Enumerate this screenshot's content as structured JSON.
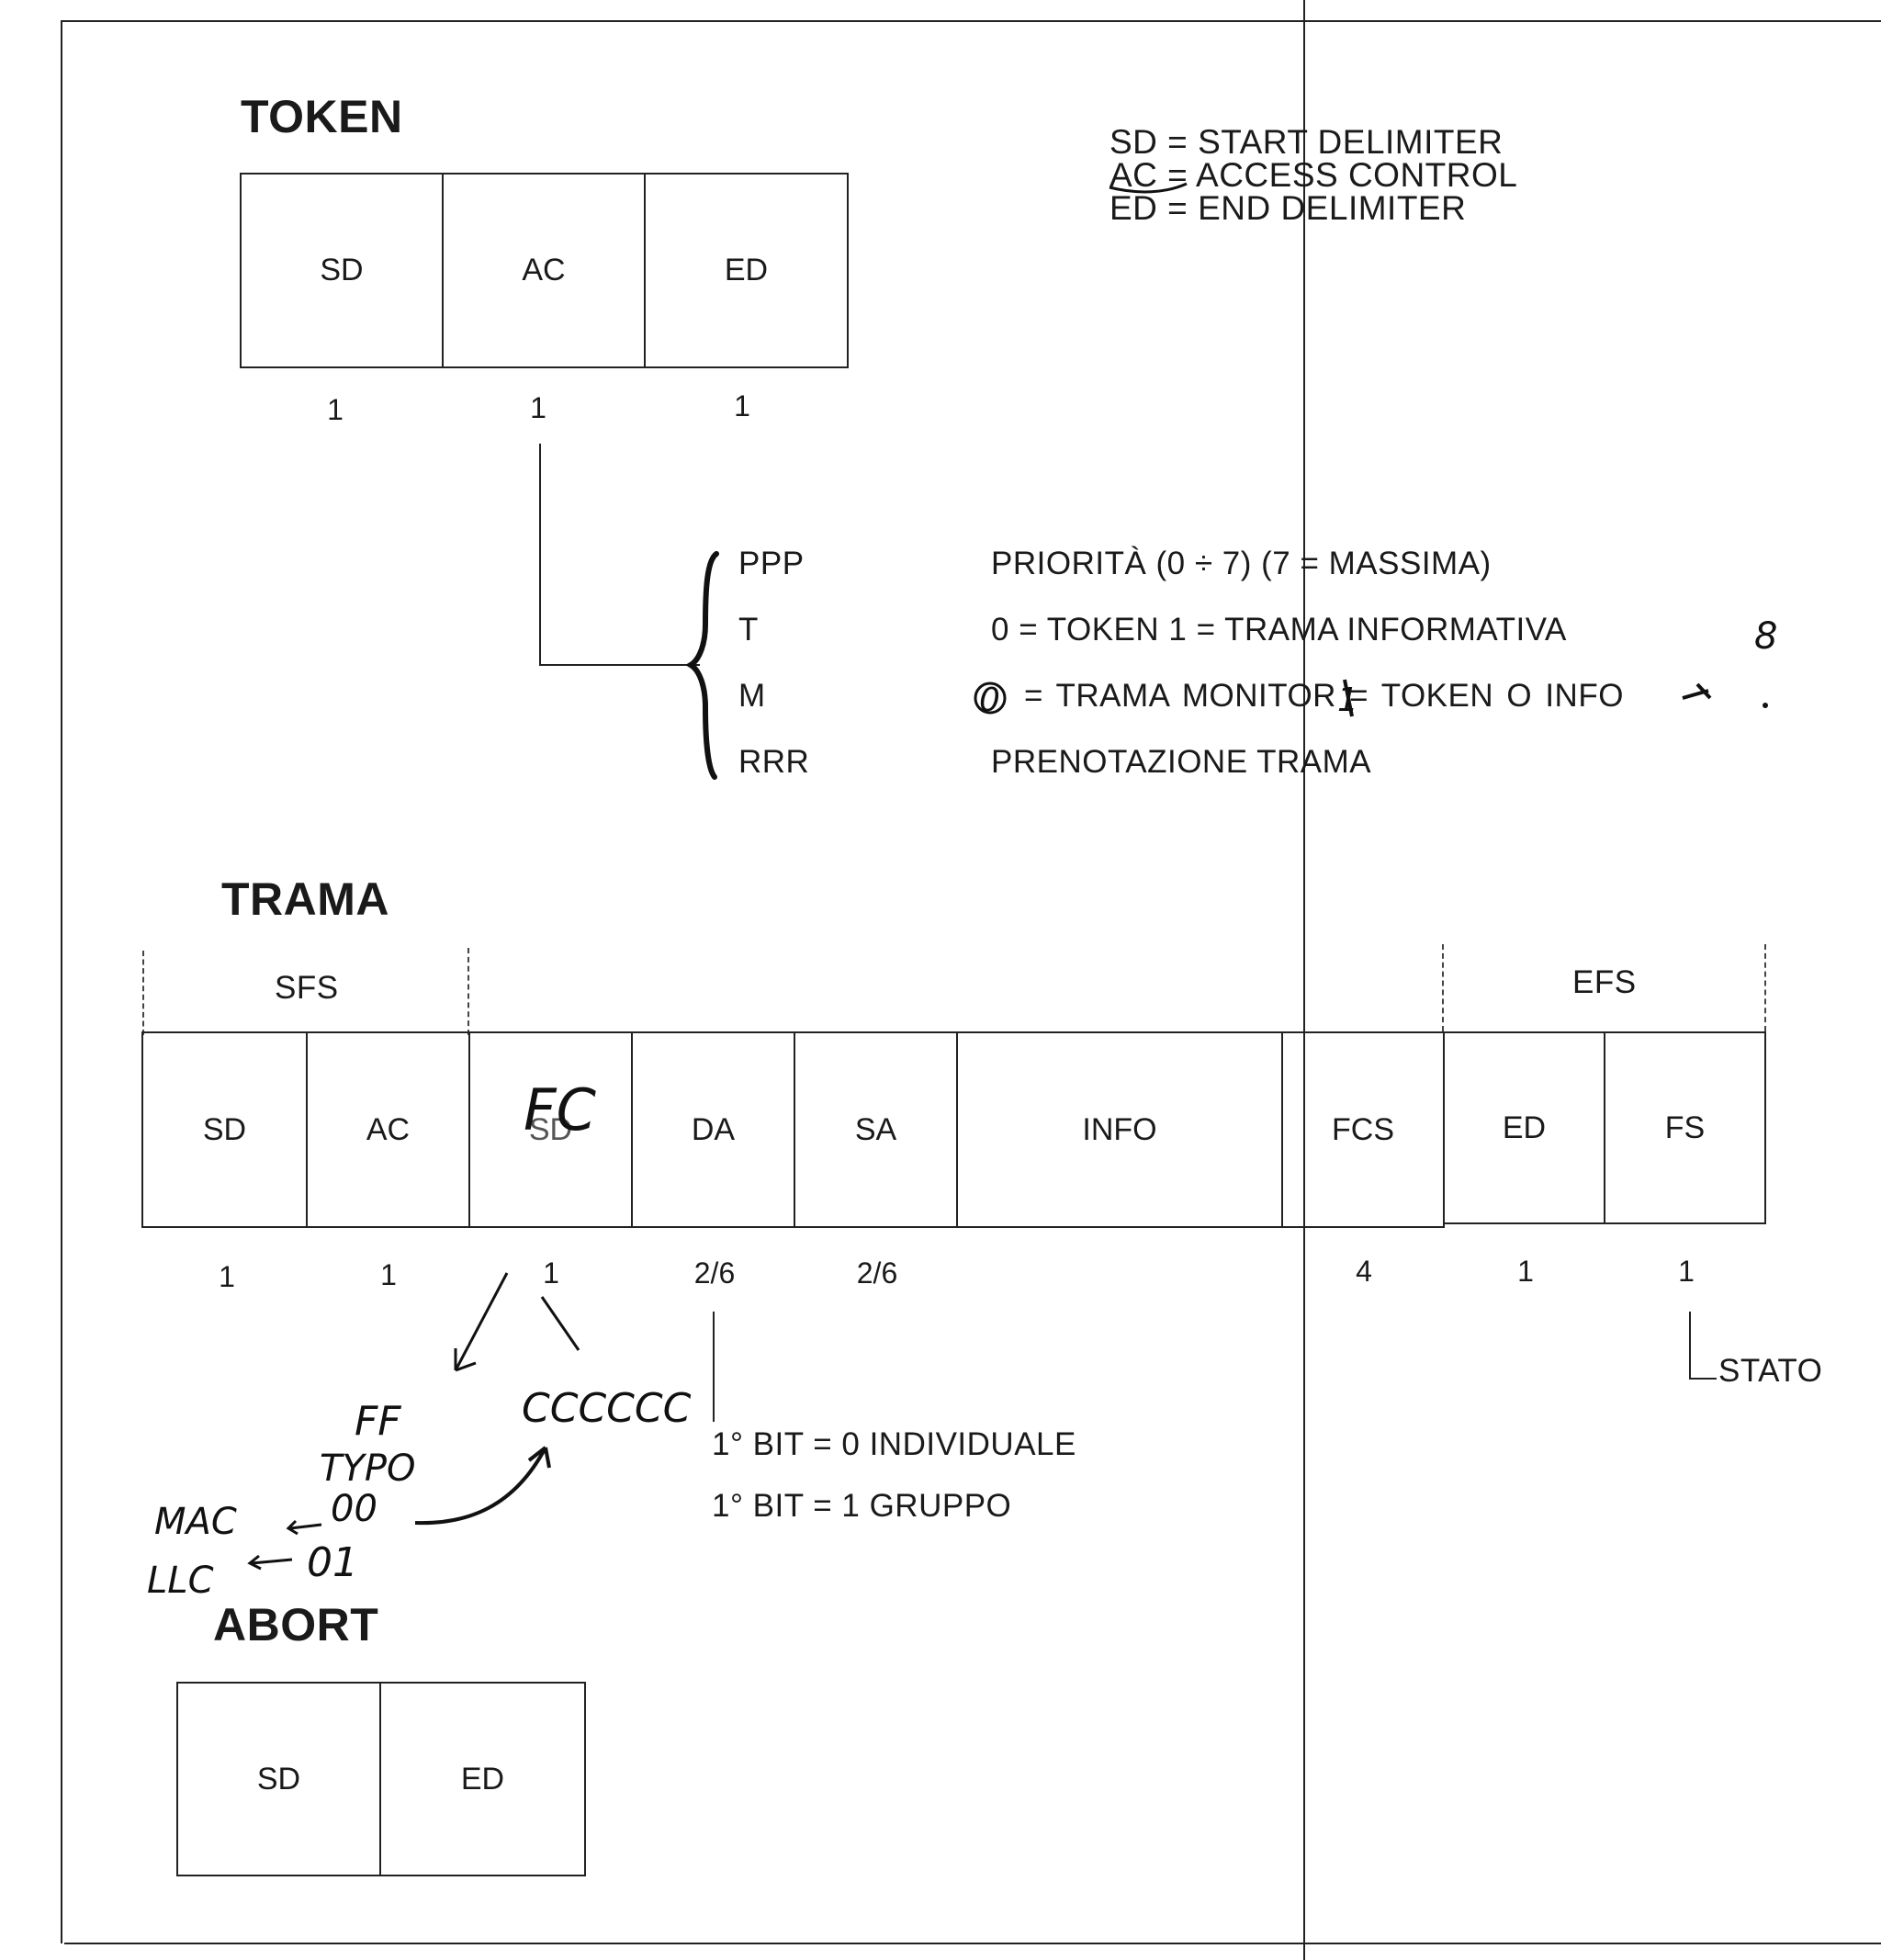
{
  "token": {
    "title": "TOKEN",
    "fields": [
      {
        "label": "SD",
        "size": "1"
      },
      {
        "label": "AC",
        "size": "1"
      },
      {
        "label": "ED",
        "size": "1"
      }
    ]
  },
  "legend": [
    "SD = START DELIMITER",
    "AC = ACCESS CONTROL",
    "ED = END DELIMITER"
  ],
  "access_control": [
    {
      "code": "PPP",
      "desc": "PRIORITÀ (0 ÷ 7) (7 = MASSIMA)"
    },
    {
      "code": "T",
      "desc": "0 = TOKEN 1 = TRAMA INFORMATIVA"
    },
    {
      "code": "M",
      "desc": "= TRAMA MONITOR  = TOKEN O INFO"
    },
    {
      "code": "RRR",
      "desc": "PRENOTAZIONE TRAMA"
    }
  ],
  "trama": {
    "title": "TRAMA",
    "sfs_label": "SFS",
    "efs_label": "EFS",
    "fields": [
      {
        "label": "SD",
        "size": "1"
      },
      {
        "label": "AC",
        "size": "1"
      },
      {
        "label": "SD",
        "size": "1"
      },
      {
        "label": "DA",
        "size": "2/6"
      },
      {
        "label": "SA",
        "size": "2/6"
      },
      {
        "label": "INFO",
        "size": ""
      },
      {
        "label": "FCS",
        "size": "4"
      },
      {
        "label": "ED",
        "size": "1"
      },
      {
        "label": "FS",
        "size": "1"
      }
    ],
    "stato_label": "STATO",
    "address_bits": [
      "1° BIT = 0 INDIVIDUALE",
      "1° BIT = 1 GRUPPO"
    ]
  },
  "abort": {
    "title": "ABORT",
    "fields": [
      {
        "label": "SD"
      },
      {
        "label": "ED"
      }
    ]
  },
  "handwritten": {
    "fc": "FC",
    "ff": "FF",
    "typo": "TYPO",
    "mac": "MAC",
    "llc": "LLC",
    "cccccc": "CCCCCC",
    "zero_zero": "00",
    "zero_one": "01",
    "m_zero": "0",
    "m_one": "1",
    "mark_8": "8"
  }
}
